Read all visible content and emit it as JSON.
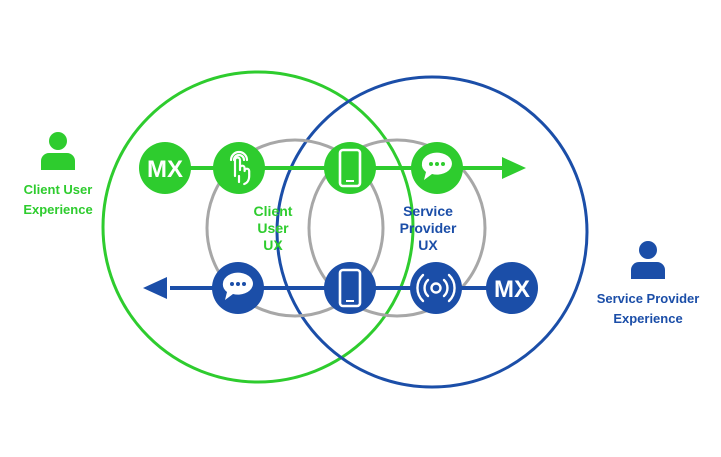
{
  "colors": {
    "green": "#2ecc2e",
    "blue": "#1b4ea8",
    "gray": "#a7a7a7"
  },
  "left_actor": {
    "line1": "Client User",
    "line2": "Experience",
    "icon": "person-icon"
  },
  "right_actor": {
    "line1": "Service Provider",
    "line2": "Experience",
    "icon": "person-icon"
  },
  "center_left": {
    "line1": "Client",
    "line2": "User",
    "line3": "UX"
  },
  "center_right": {
    "line1": "Service",
    "line2": "Provider",
    "line3": "UX"
  },
  "top_flow": {
    "direction": "right",
    "nodes": [
      {
        "icon": "mx-badge",
        "text": "MX"
      },
      {
        "icon": "touch-hand-icon"
      },
      {
        "icon": "smartphone-icon"
      },
      {
        "icon": "chat-bubble-icon"
      }
    ]
  },
  "bottom_flow": {
    "direction": "left",
    "nodes": [
      {
        "icon": "chat-bubble-icon"
      },
      {
        "icon": "smartphone-icon"
      },
      {
        "icon": "broadcast-signal-icon"
      },
      {
        "icon": "mx-badge",
        "text": "MX"
      }
    ]
  }
}
